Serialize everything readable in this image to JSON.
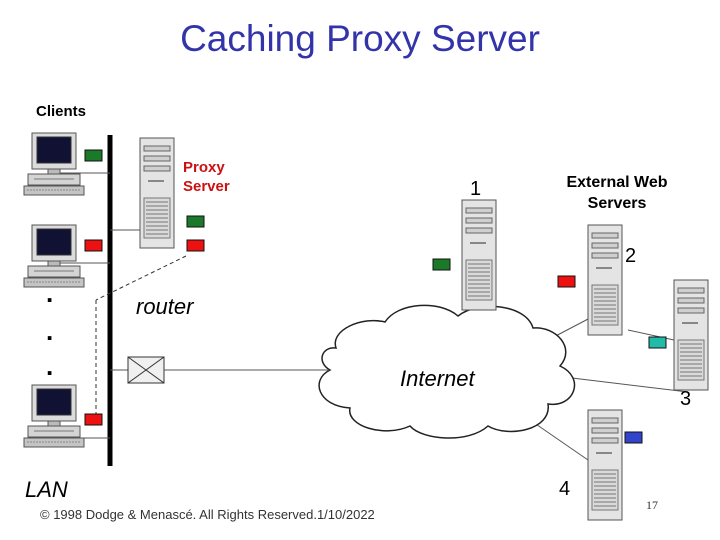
{
  "title": "Caching Proxy Server",
  "labels": {
    "clients": "Clients",
    "proxy_server_line1": "Proxy",
    "proxy_server_line2": "Server",
    "external_line1": "External Web",
    "external_line2": "Servers",
    "router": "router",
    "internet": "Internet",
    "lan": "LAN",
    "ellipsis_dot": "."
  },
  "steps": {
    "step1": "1",
    "step2": "2",
    "step3": "3",
    "step4": "4"
  },
  "footer": {
    "copyright": "© 1998 Dodge & Menascé. All Rights Reserved.",
    "date": "1/10/2022",
    "page_number": "17"
  },
  "colors": {
    "title": "#3333aa",
    "cached_green": "#1a7a2a",
    "request_red": "#ee1111",
    "teal": "#22bbaa",
    "blue": "#3344cc"
  }
}
